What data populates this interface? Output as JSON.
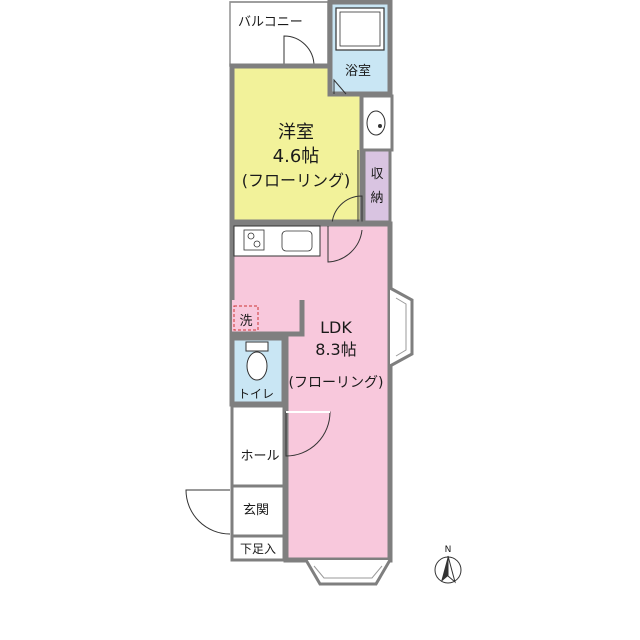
{
  "colors": {
    "wall": "#7f7f7f",
    "western_room": "#f2f29a",
    "ldk": "#f8c8dc",
    "bath": "#c9e6f4",
    "toilet": "#c9e6f4",
    "storage": "#d9c4e1",
    "line": "#333333"
  },
  "rooms": {
    "balcony": "バルコニー",
    "bath": "浴室",
    "western": {
      "name": "洋室",
      "size": "4.6帖",
      "floor": "(フローリング)"
    },
    "storage_top": "収",
    "storage_bottom": "納",
    "laundry": "洗",
    "ldk": {
      "name": "LDK",
      "size": "8.3帖",
      "floor": "(フローリング)"
    },
    "toilet": "トイレ",
    "hall": "ホール",
    "entrance": "玄関",
    "shoe_box": "下足入"
  },
  "compass": {
    "label": "N",
    "icon": "north-arrow-icon"
  }
}
